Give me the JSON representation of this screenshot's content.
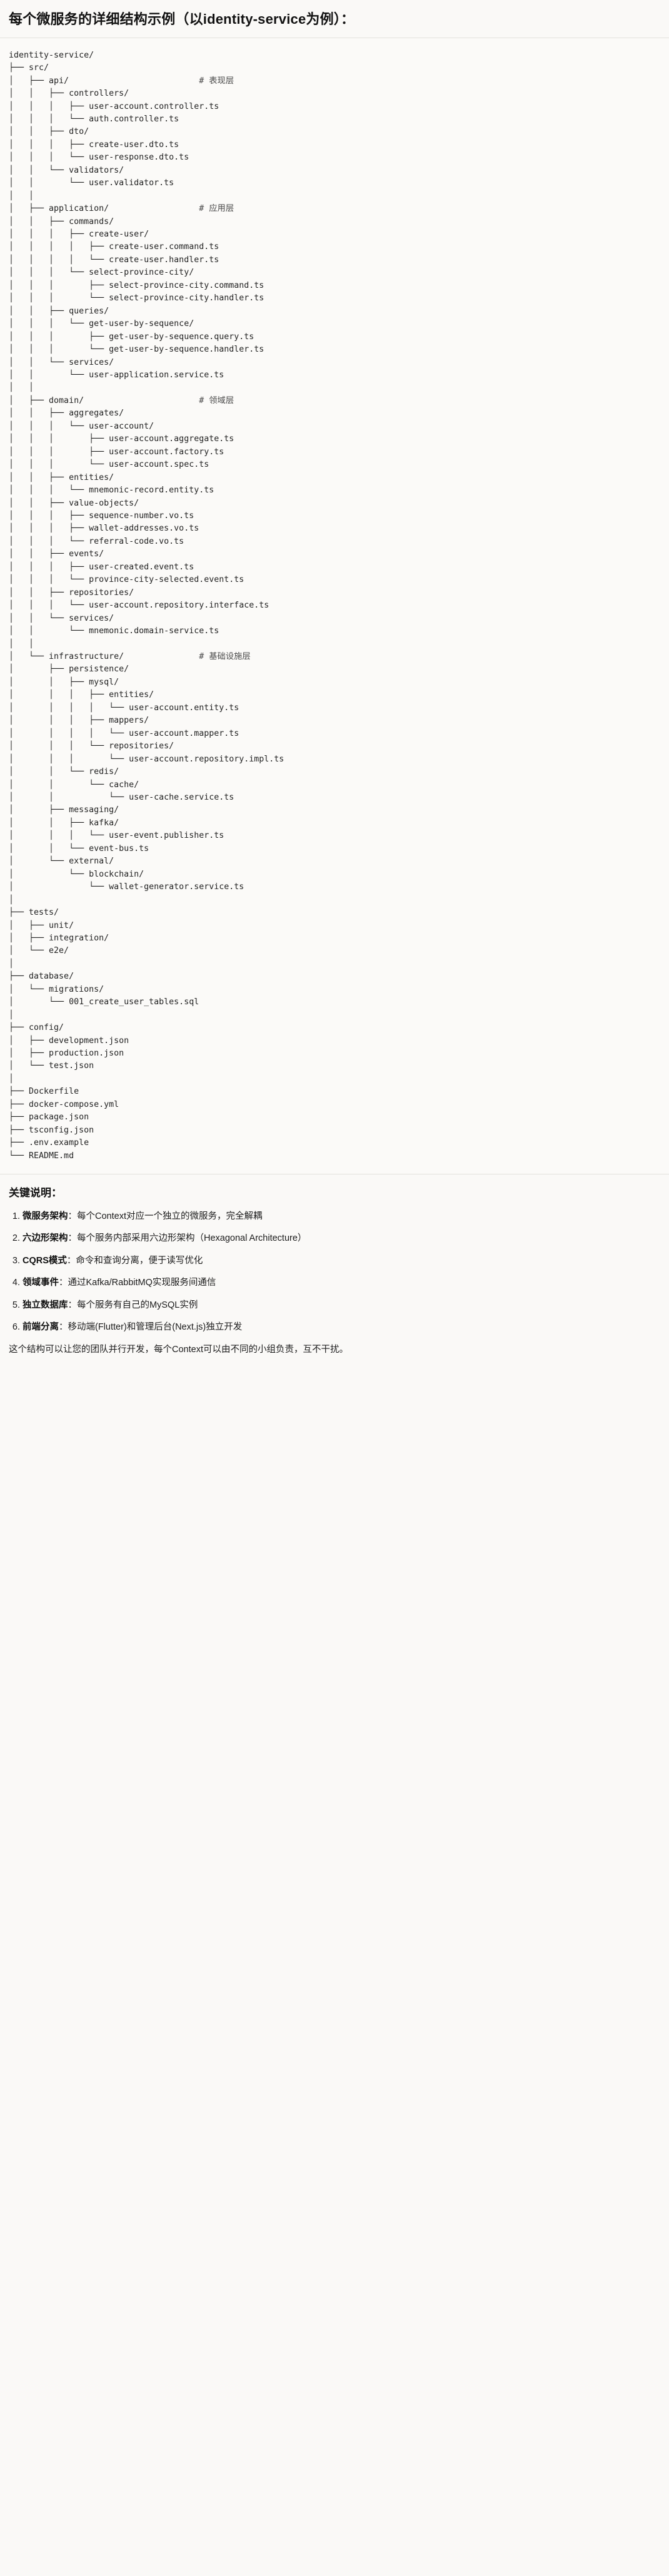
{
  "header": {
    "title": "每个微服务的详细结构示例（以identity-service为例）："
  },
  "tree": {
    "root_label": "identity-service/",
    "text": "identity-service/\n├── src/\n│   ├── api/                          # 表现层\n│   │   ├── controllers/\n│   │   │   ├── user-account.controller.ts\n│   │   │   └── auth.controller.ts\n│   │   ├── dto/\n│   │   │   ├── create-user.dto.ts\n│   │   │   └── user-response.dto.ts\n│   │   └── validators/\n│   │       └── user.validator.ts\n│   │\n│   ├── application/                  # 应用层\n│   │   ├── commands/\n│   │   │   ├── create-user/\n│   │   │   │   ├── create-user.command.ts\n│   │   │   │   └── create-user.handler.ts\n│   │   │   └── select-province-city/\n│   │   │       ├── select-province-city.command.ts\n│   │   │       └── select-province-city.handler.ts\n│   │   ├── queries/\n│   │   │   └── get-user-by-sequence/\n│   │   │       ├── get-user-by-sequence.query.ts\n│   │   │       └── get-user-by-sequence.handler.ts\n│   │   └── services/\n│   │       └── user-application.service.ts\n│   │\n│   ├── domain/                       # 领域层\n│   │   ├── aggregates/\n│   │   │   └── user-account/\n│   │   │       ├── user-account.aggregate.ts\n│   │   │       ├── user-account.factory.ts\n│   │   │       └── user-account.spec.ts\n│   │   ├── entities/\n│   │   │   └── mnemonic-record.entity.ts\n│   │   ├── value-objects/\n│   │   │   ├── sequence-number.vo.ts\n│   │   │   ├── wallet-addresses.vo.ts\n│   │   │   └── referral-code.vo.ts\n│   │   ├── events/\n│   │   │   ├── user-created.event.ts\n│   │   │   └── province-city-selected.event.ts\n│   │   ├── repositories/\n│   │   │   └── user-account.repository.interface.ts\n│   │   └── services/\n│   │       └── mnemonic.domain-service.ts\n│   │\n│   └── infrastructure/               # 基础设施层\n│       ├── persistence/\n│       │   ├── mysql/\n│       │   │   ├── entities/\n│       │   │   │   └── user-account.entity.ts\n│       │   │   ├── mappers/\n│       │   │   │   └── user-account.mapper.ts\n│       │   │   └── repositories/\n│       │   │       └── user-account.repository.impl.ts\n│       │   └── redis/\n│       │       └── cache/\n│       │           └── user-cache.service.ts\n│       ├── messaging/\n│       │   ├── kafka/\n│       │   │   └── user-event.publisher.ts\n│       │   └── event-bus.ts\n│       └── external/\n│           └── blockchain/\n│               └── wallet-generator.service.ts\n│\n├── tests/\n│   ├── unit/\n│   ├── integration/\n│   └── e2e/\n│\n├── database/\n│   └── migrations/\n│       └── 001_create_user_tables.sql\n│\n├── config/\n│   ├── development.json\n│   ├── production.json\n│   └── test.json\n│\n├── Dockerfile\n├── docker-compose.yml\n├── package.json\n├── tsconfig.json\n├── .env.example\n└── README.md",
    "layer_comments": [
      "# 表现层",
      "# 应用层",
      "# 领域层",
      "# 基础设施层"
    ]
  },
  "notes": {
    "title": "关键说明：",
    "items": [
      {
        "term": "微服务架构",
        "separator": "：",
        "body": "每个Context对应一个独立的微服务，完全解耦"
      },
      {
        "term": "六边形架构",
        "separator": "：",
        "body": "每个服务内部采用六边形架构（Hexagonal Architecture）"
      },
      {
        "term": "CQRS模式",
        "separator": "：",
        "body": "命令和查询分离，便于读写优化"
      },
      {
        "term": "领域事件",
        "separator": "：",
        "body": "通过Kafka/RabbitMQ实现服务间通信"
      },
      {
        "term": "独立数据库",
        "separator": "：",
        "body": "每个服务有自己的MySQL实例"
      },
      {
        "term": "前端分离",
        "separator": "：",
        "body": "移动端(Flutter)和管理后台(Next.js)独立开发"
      }
    ],
    "footer": "这个结构可以让您的团队并行开发，每个Context可以由不同的小组负责，互不干扰。"
  }
}
